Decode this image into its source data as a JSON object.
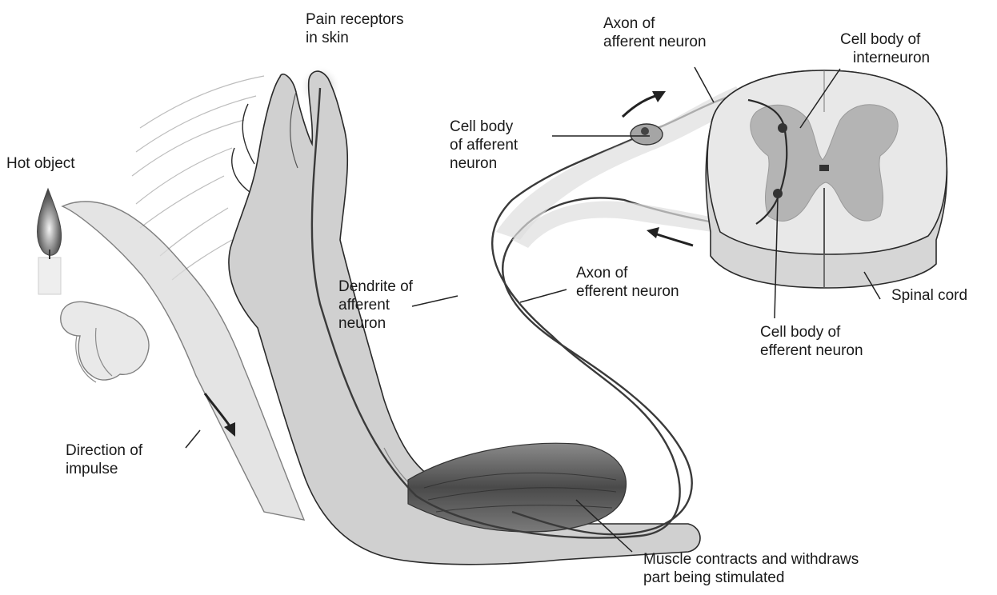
{
  "labels": {
    "pain_receptors": [
      "Pain receptors",
      "in skin"
    ],
    "hot_object": [
      "Hot object"
    ],
    "axon_afferent": [
      "Axon of",
      "afferent neuron"
    ],
    "cell_body_interneuron": [
      "Cell body of",
      "interneuron"
    ],
    "cell_body_afferent": [
      "Cell body",
      "of afferent",
      "neuron"
    ],
    "dendrite_afferent": [
      "Dendrite of",
      "afferent",
      "neuron"
    ],
    "axon_efferent": [
      "Axon of",
      "efferent neuron"
    ],
    "spinal_cord": [
      "Spinal cord"
    ],
    "cell_body_efferent": [
      "Cell body of",
      "efferent neuron"
    ],
    "direction_impulse": [
      "Direction of",
      "impulse"
    ],
    "muscle_contracts": [
      "Muscle contracts and withdraws",
      "part being stimulated"
    ]
  },
  "colors": {
    "arm_fill": "#d2d2d2",
    "arm_light": "#e6e6e6",
    "outline": "#2a2a2a",
    "nerve": "#3a3a3a",
    "muscle": "#6a6a6a",
    "cord_white": "#e8e8e8",
    "cord_grey": "#b4b4b4",
    "text": "#1a1a1a"
  }
}
